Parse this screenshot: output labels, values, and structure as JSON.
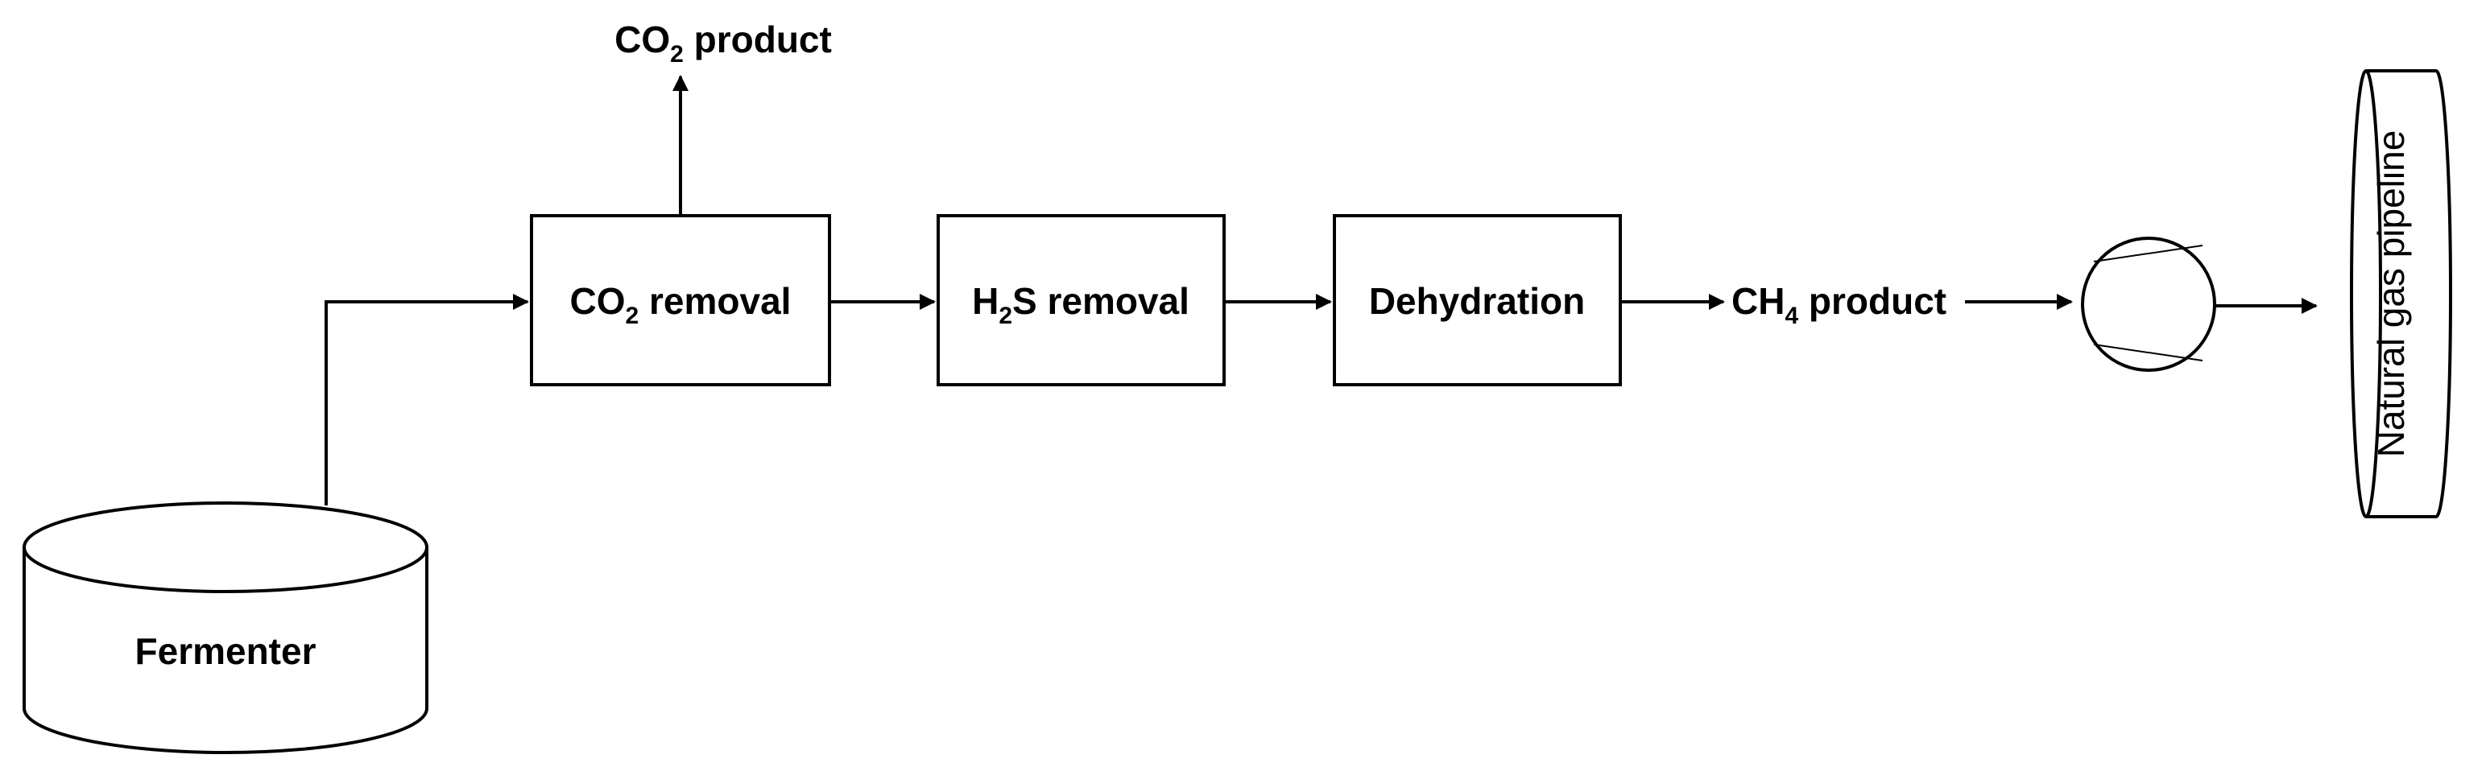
{
  "nodes": {
    "fermenter": {
      "label": "Fermenter"
    },
    "co2_removal": {
      "label_main": "CO",
      "label_sub": "2",
      "label_rest": " removal"
    },
    "h2s_removal": {
      "label_main": "H",
      "label_sub": "2",
      "label_rest": "S removal"
    },
    "dehydration": {
      "label": "Dehydration"
    },
    "co2_product": {
      "label_main": "CO",
      "label_sub": "2",
      "label_rest": " product"
    },
    "ch4_product": {
      "label_main": "CH",
      "label_sub": "4",
      "label_rest": " product"
    },
    "pipeline": {
      "label": "Natural gas pipeline"
    }
  }
}
